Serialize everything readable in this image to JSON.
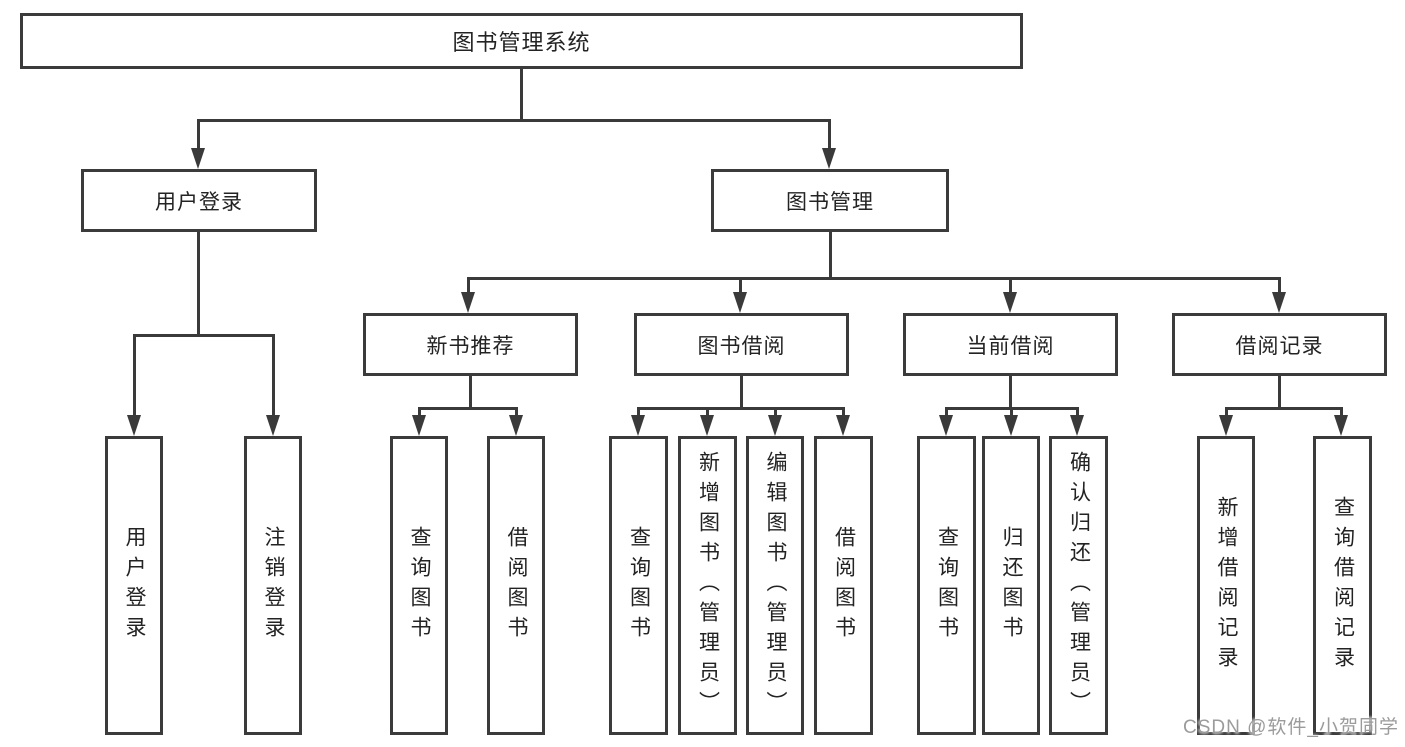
{
  "diagram": {
    "root": {
      "label": "图书管理系统"
    },
    "level2": [
      {
        "label": "用户登录"
      },
      {
        "label": "图书管理"
      }
    ],
    "level3": [
      {
        "label": "新书推荐"
      },
      {
        "label": "图书借阅"
      },
      {
        "label": "当前借阅"
      },
      {
        "label": "借阅记录"
      }
    ],
    "leaves": {
      "user_login": [
        "用户登录",
        "注销登录"
      ],
      "new_book": [
        "查询图书",
        "借阅图书"
      ],
      "borrow": [
        "查询图书",
        "新增图书（管理员）",
        "编辑图书（管理员）",
        "借阅图书"
      ],
      "current": [
        "查询图书",
        "归还图书",
        "确认归还（管理员）"
      ],
      "records": [
        "新增借阅记录",
        "查询借阅记录"
      ]
    },
    "colors": {
      "line": "#3a3a3a",
      "text": "#232323",
      "watermark": "#9b9b9b"
    }
  },
  "watermark": {
    "text": "CSDN @软件_小贺同学"
  }
}
